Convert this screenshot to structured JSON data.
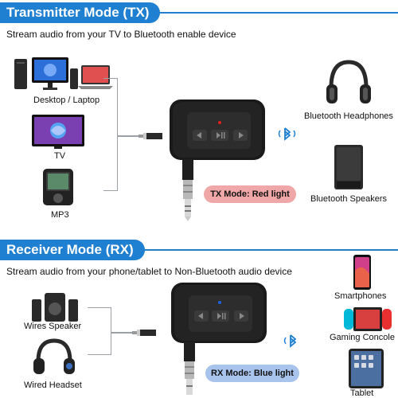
{
  "transmitter": {
    "title": "Transmitter Mode (TX)",
    "subtitle": "Stream audio from your TV to Bluetooth enable device",
    "sources": [
      {
        "label": "Desktop / Laptop"
      },
      {
        "label": "TV"
      },
      {
        "label": "MP3"
      }
    ],
    "outputs": [
      {
        "label": "Bluetooth Headphones"
      },
      {
        "label": "Bluetooth Speakers"
      }
    ],
    "mode_label": "TX Mode: Red light",
    "led_color": "#e02020",
    "pill_color": "#f0a7a7"
  },
  "receiver": {
    "title": "Receiver Mode (RX)",
    "subtitle": "Stream audio from your phone/tablet to Non-Bluetooth audio device",
    "outputs": [
      {
        "label": "Wires Speaker"
      },
      {
        "label": "Wired Headset"
      }
    ],
    "sources": [
      {
        "label": "Smartphones"
      },
      {
        "label": "Gaming Concole"
      },
      {
        "label": "Tablet"
      }
    ],
    "mode_label": "RX Mode: Blue light",
    "led_color": "#2060e0",
    "pill_color": "#a9c4ec"
  },
  "colors": {
    "accent": "#1f7fd0",
    "bluetooth": "#1f7fd0",
    "device_body": "#1a1a1a"
  }
}
